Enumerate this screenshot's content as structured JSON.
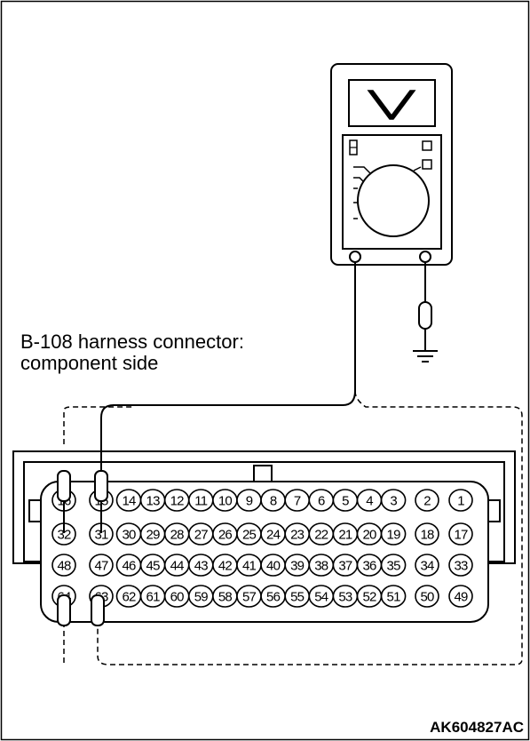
{
  "connector_label_line1": "B-108 harness connector:",
  "connector_label_line2": "component side",
  "figure_code": "AK604827AC",
  "pin_rows": [
    [
      "16",
      "15",
      "14",
      "13",
      "12",
      "11",
      "10",
      "9",
      "8",
      "7",
      "6",
      "5",
      "4",
      "3",
      "2",
      "1"
    ],
    [
      "32",
      "31",
      "30",
      "29",
      "28",
      "27",
      "26",
      "25",
      "24",
      "23",
      "22",
      "21",
      "20",
      "19",
      "18",
      "17"
    ],
    [
      "48",
      "47",
      "46",
      "45",
      "44",
      "43",
      "42",
      "41",
      "40",
      "39",
      "38",
      "37",
      "36",
      "35",
      "34",
      "33"
    ],
    [
      "64",
      "63",
      "62",
      "61",
      "60",
      "59",
      "58",
      "57",
      "56",
      "55",
      "54",
      "53",
      "52",
      "51",
      "50",
      "49"
    ]
  ],
  "probed_pins": [
    "31"
  ],
  "colors": {
    "line": "#000000",
    "background": "#ffffff"
  }
}
